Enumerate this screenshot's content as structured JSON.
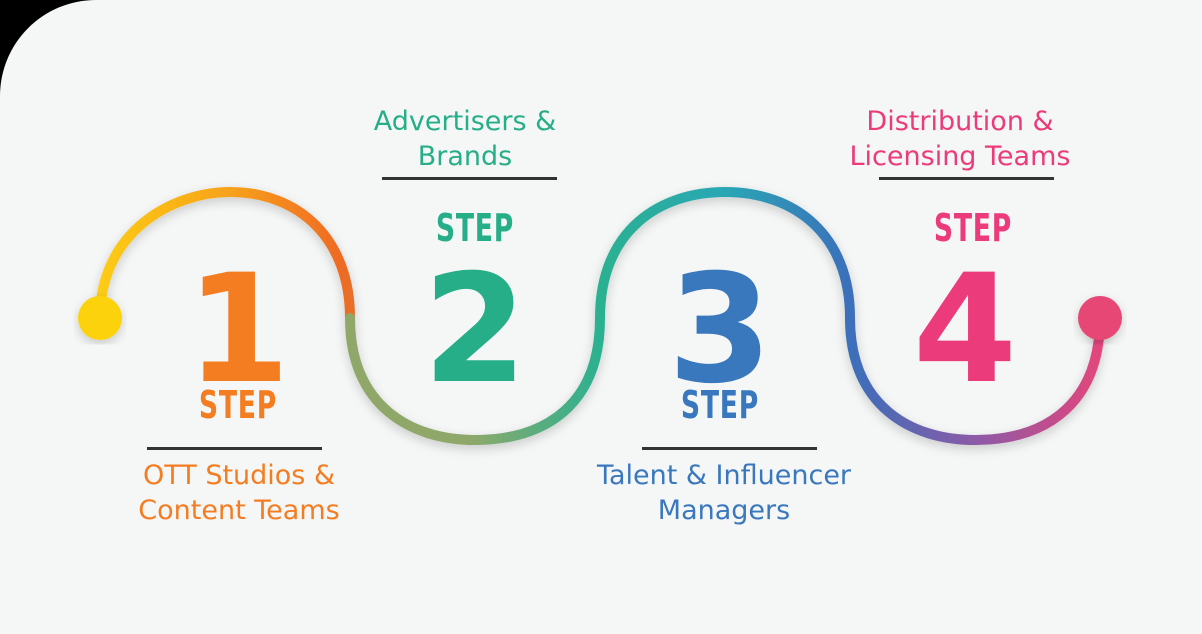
{
  "colors": {
    "step1": "#f47d22",
    "step2": "#26ae88",
    "step3": "#3a78bd",
    "step4": "#ec3b7a",
    "dot_start": "#fcd20f",
    "dot_end": "#e64674",
    "rule": "#333333",
    "background": "#f5f6f6"
  },
  "steps": [
    {
      "number": "1",
      "step_label": "STEP",
      "title_line1": "OTT Studios &",
      "title_line2": "Content Teams"
    },
    {
      "number": "2",
      "step_label": "STEP",
      "title_line1": "Advertisers &",
      "title_line2": "Brands"
    },
    {
      "number": "3",
      "step_label": "STEP",
      "title_line1": "Talent & Influencer",
      "title_line2": "Managers"
    },
    {
      "number": "4",
      "step_label": "STEP",
      "title_line1": "Distribution &",
      "title_line2": "Licensing Teams"
    }
  ]
}
